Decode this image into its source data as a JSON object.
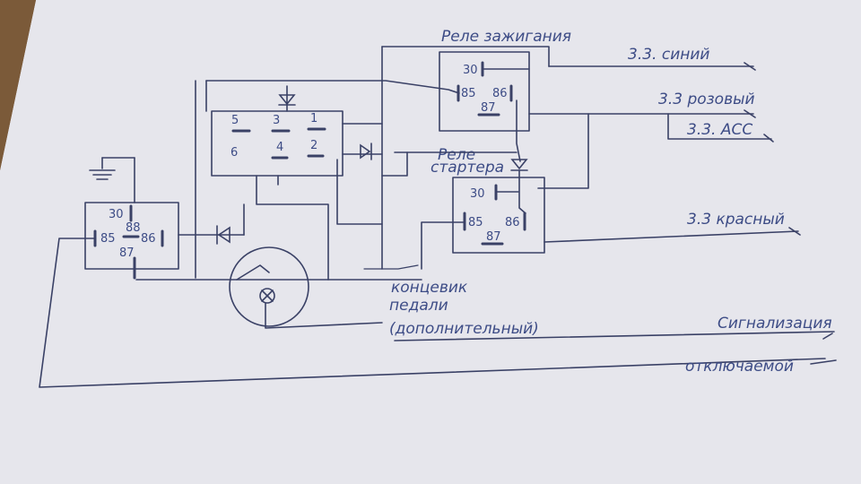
{
  "relays": {
    "ignition": {
      "title": "Реле зажигания",
      "pins": {
        "p30": "30",
        "p85": "85",
        "p86": "86",
        "p87": "87"
      }
    },
    "starter": {
      "title_line1": "Реле",
      "title_line2": "стартера",
      "pins": {
        "p30": "30",
        "p85": "85",
        "p86": "86",
        "p87": "87"
      }
    },
    "left": {
      "pins": {
        "p30": "30",
        "p85": "85",
        "p86": "86",
        "p87": "87",
        "p88": "88"
      }
    }
  },
  "switch": {
    "pins": {
      "s5": "5",
      "s3": "3",
      "s1": "1",
      "s6": "6",
      "s4": "4",
      "s2": "2"
    }
  },
  "wires": {
    "blue": "3.3. синий",
    "pink": "3.3 розовый",
    "acc": "3.3. АСС",
    "red": "3.3 красный"
  },
  "pedal": {
    "line1": "концевик",
    "line2": "педали",
    "line3": "(дополнительный)"
  },
  "alarm": {
    "line1": "Сигнализация",
    "line2": "отключаемой"
  },
  "colors": {
    "ink": "#3a4166",
    "paper": "#e9e9ef",
    "table": "#7a5a3a"
  }
}
